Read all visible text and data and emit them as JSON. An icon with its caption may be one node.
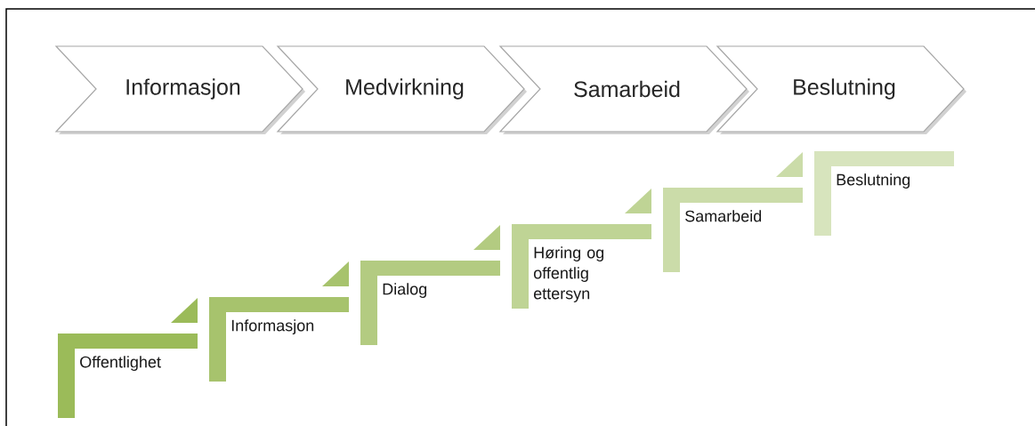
{
  "diagram": {
    "nodes": [
      {
        "text": [
          "Informasjon"
        ]
      },
      {
        "text": [
          "Medvirkning"
        ]
      },
      {
        "text": [
          "Samarbeid"
        ]
      },
      {
        "text": [
          "Beslutning"
        ]
      },
      {
        "text": [
          "Offentlighet"
        ]
      },
      {
        "text": [
          "Informasjon"
        ]
      },
      {
        "text": [
          "Dialog"
        ]
      },
      {
        "text": [
          "Høring og offentlig ettersyn"
        ]
      },
      {
        "text": [
          "Samarbeid"
        ]
      },
      {
        "text": [
          "Beslutning"
        ]
      }
    ]
  }
}
